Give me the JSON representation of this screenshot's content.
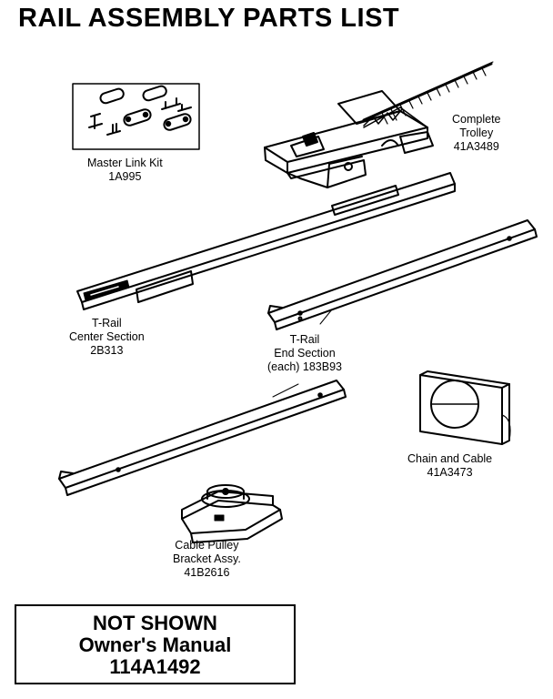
{
  "title": "RAIL ASSEMBLY PARTS LIST",
  "parts": {
    "master_link": {
      "name": "Master Link Kit",
      "number": "1A995"
    },
    "trolley": {
      "line1": "Complete",
      "line2": "Trolley",
      "number": "41A3489"
    },
    "center_section": {
      "line1": "T-Rail",
      "line2": "Center Section",
      "number": "2B313"
    },
    "end_section": {
      "line1": "T-Rail",
      "line2": "End Section",
      "number": "(each) 183B93"
    },
    "chain_cable": {
      "name": "Chain and Cable",
      "number": "41A3473"
    },
    "pulley": {
      "line1": "Cable Pulley",
      "line2": "Bracket Assy.",
      "number": "41B2616"
    }
  },
  "not_shown": {
    "line1": "NOT SHOWN",
    "line2": "Owner's Manual",
    "line3": "114A1492"
  }
}
